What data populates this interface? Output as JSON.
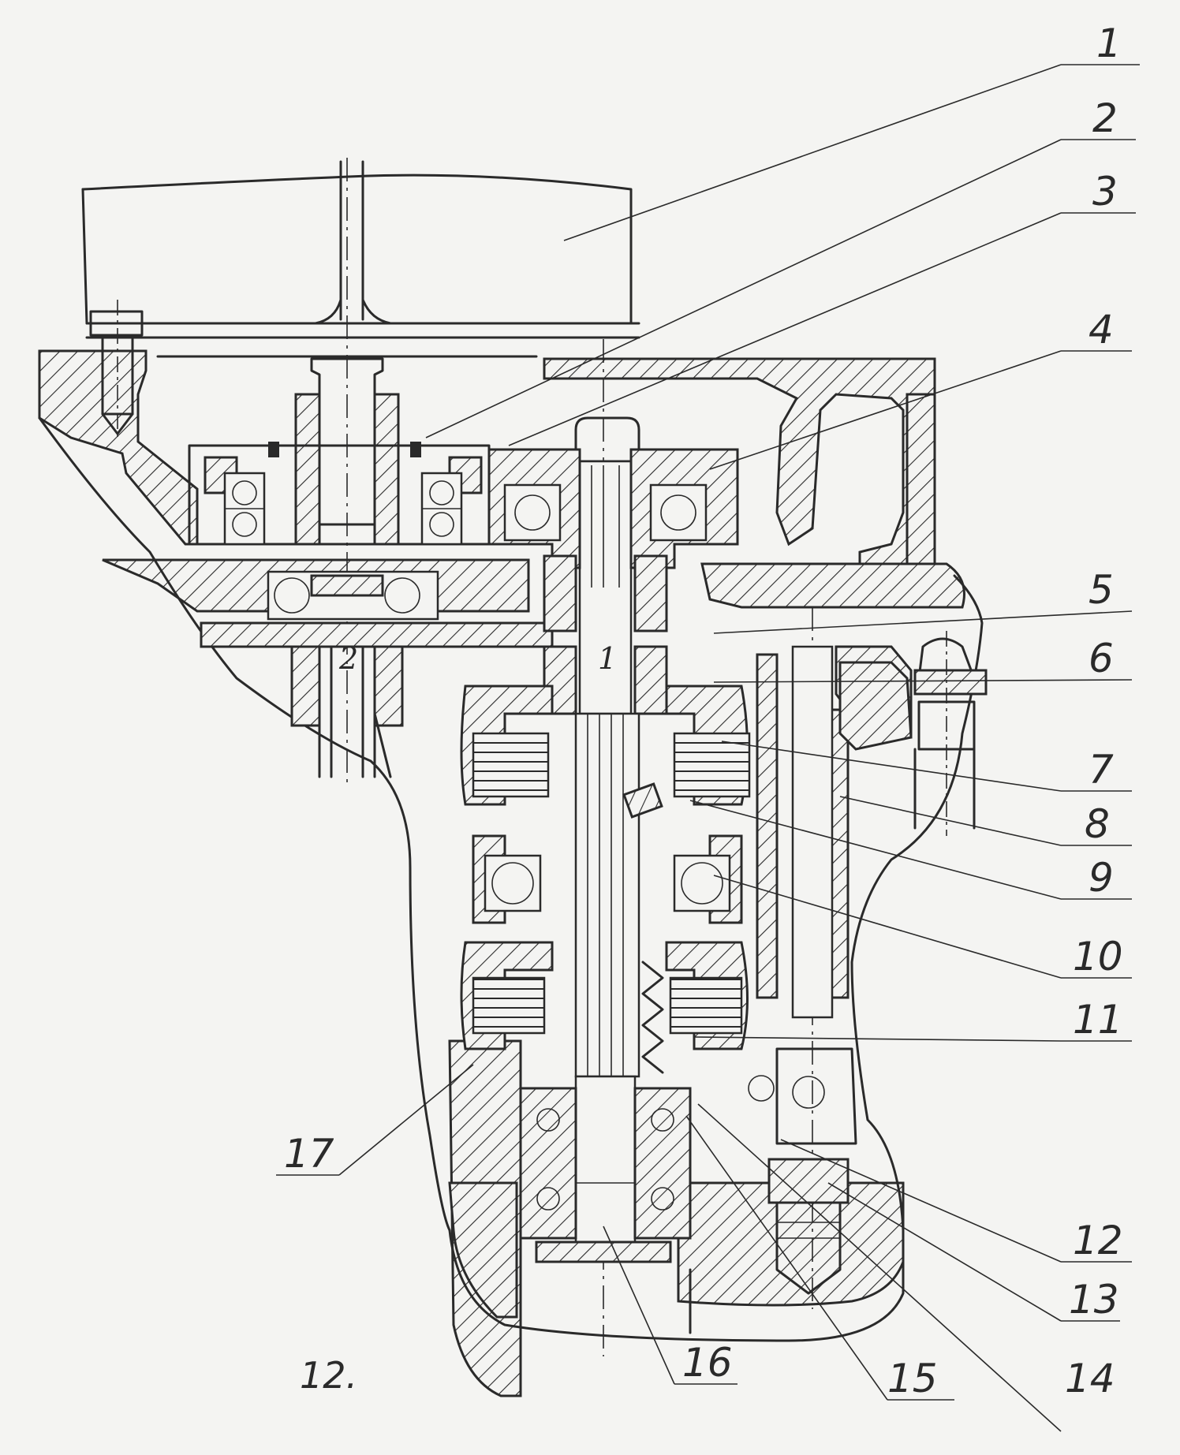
{
  "figure": {
    "label": "12.",
    "shaft_labels": [
      "2",
      "1"
    ]
  },
  "callouts": [
    "1",
    "2",
    "3",
    "4",
    "5",
    "6",
    "7",
    "8",
    "9",
    "10",
    "11",
    "12",
    "13",
    "14",
    "15",
    "16",
    "17"
  ],
  "colors": {
    "ink": "#2a2a2a",
    "paper": "#f4f4f2"
  }
}
